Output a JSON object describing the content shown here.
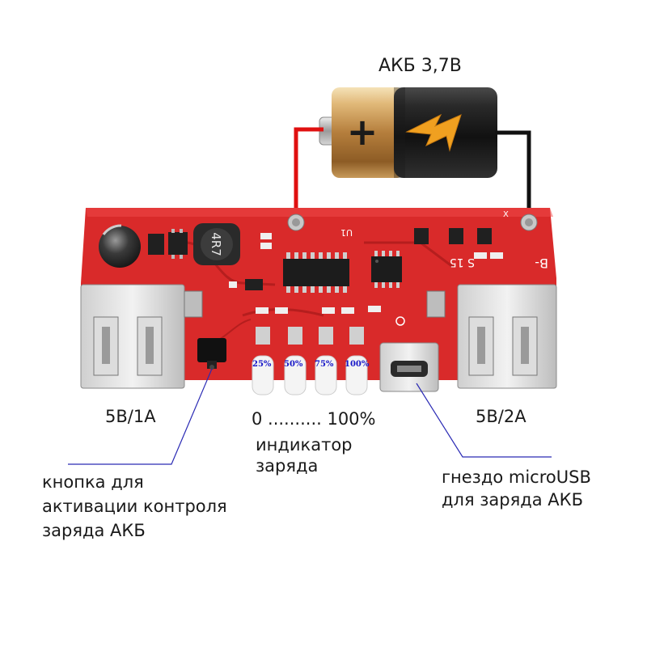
{
  "battery": {
    "label": "АКБ 3,7В",
    "plus_sign": "+",
    "bolt_icon": "lightning-bolt-icon"
  },
  "board": {
    "silk": {
      "inductor": "4R7",
      "b_minus": "B-",
      "u1": "U1",
      "s15": "S 15",
      "x": "X"
    }
  },
  "leds": [
    "25%",
    "50%",
    "75%",
    "100%"
  ],
  "labels": {
    "out_left": "5В/1А",
    "out_right": "5В/2А",
    "scale": "0 .......... 100%",
    "indicator": [
      "индикатор",
      "заряда"
    ],
    "button": [
      "кнопка для",
      "активации контроля",
      "заряда АКБ"
    ],
    "socket": [
      "гнездо microUSB",
      "для заряда АКБ"
    ]
  },
  "colors": {
    "pcb": "#d92a2a",
    "pcb_dark": "#b51e1e",
    "wire_red": "#e01010",
    "wire_black": "#111111",
    "callout_line": "#2a2ab4",
    "led_text": "#1818c8",
    "battery_gold": "#c9964e",
    "battery_black": "#1d1d1d",
    "bolt": "#f0a020"
  }
}
